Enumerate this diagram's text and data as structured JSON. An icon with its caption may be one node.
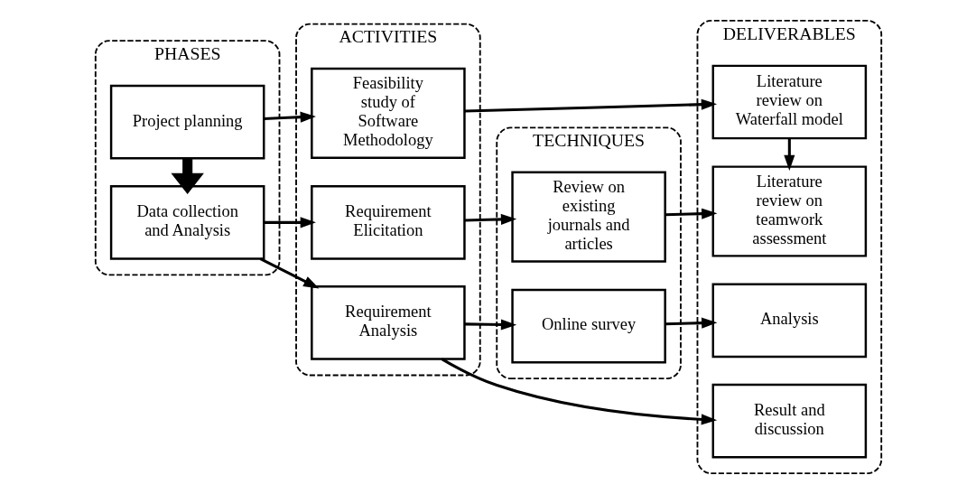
{
  "diagram": {
    "nodes": [
      {
        "text": [
          "PHASES"
        ]
      },
      {
        "text": [
          "Project planning"
        ],
        "in": 0
      },
      {
        "text": [
          "Data collection and Analysis"
        ],
        "in": 0
      },
      {
        "text": [
          "ACTIVITIES"
        ]
      },
      {
        "text": [
          "Feasibility study of Software Methodology"
        ],
        "in": 3
      },
      {
        "text": [
          "Requirement Elicitation"
        ],
        "in": 3
      },
      {
        "text": [
          "Requirement Analysis"
        ],
        "in": 3
      },
      {
        "text": [
          "TECHNIQUES"
        ]
      },
      {
        "text": [
          "Review on existing journals and articles"
        ],
        "in": 7
      },
      {
        "text": [
          "Online survey"
        ],
        "in": 7
      },
      {
        "text": [
          "DELIVERABLES"
        ]
      },
      {
        "text": [
          "Literature review on Waterfall model"
        ],
        "in": 10
      },
      {
        "text": [
          "Literature review on teamwork assessment"
        ],
        "in": 10
      },
      {
        "text": [
          "Analysis"
        ],
        "in": 10
      },
      {
        "text": [
          "Result and discussion"
        ],
        "in": 10
      }
    ],
    "edges": [
      {
        "from": 1,
        "to": 4,
        "arrow": "to"
      },
      {
        "from": 1,
        "to": 2,
        "arrow": "to",
        "style": "thick"
      },
      {
        "from": 2,
        "to": 5,
        "arrow": "to"
      },
      {
        "from": 2,
        "to": 6,
        "arrow": "to"
      },
      {
        "from": 4,
        "to": 11,
        "arrow": "to"
      },
      {
        "from": 11,
        "to": 12,
        "arrow": "to"
      },
      {
        "from": 5,
        "to": 8,
        "arrow": "to"
      },
      {
        "from": 8,
        "to": 12,
        "arrow": "to"
      },
      {
        "from": 6,
        "to": 9,
        "arrow": "to"
      },
      {
        "from": 9,
        "to": 13,
        "arrow": "to"
      },
      {
        "from": 6,
        "to": 14,
        "arrow": "to"
      }
    ]
  }
}
